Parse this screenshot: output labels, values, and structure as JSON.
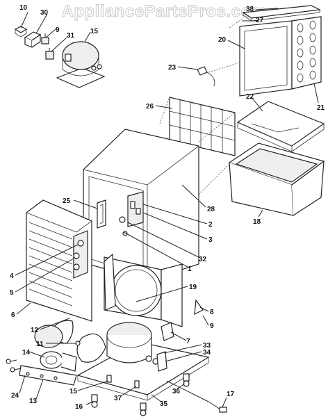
{
  "watermark": "AppliancePartsPros.com",
  "callouts": [
    "10",
    "30",
    "9",
    "31",
    "15",
    "38",
    "27",
    "20",
    "23",
    "26",
    "22",
    "21",
    "28",
    "25",
    "2",
    "3",
    "32",
    "1",
    "18",
    "4",
    "5",
    "6",
    "19",
    "8",
    "9",
    "12",
    "11",
    "7",
    "33",
    "34",
    "14",
    "15",
    "37",
    "36",
    "35",
    "16",
    "24",
    "13",
    "17"
  ]
}
